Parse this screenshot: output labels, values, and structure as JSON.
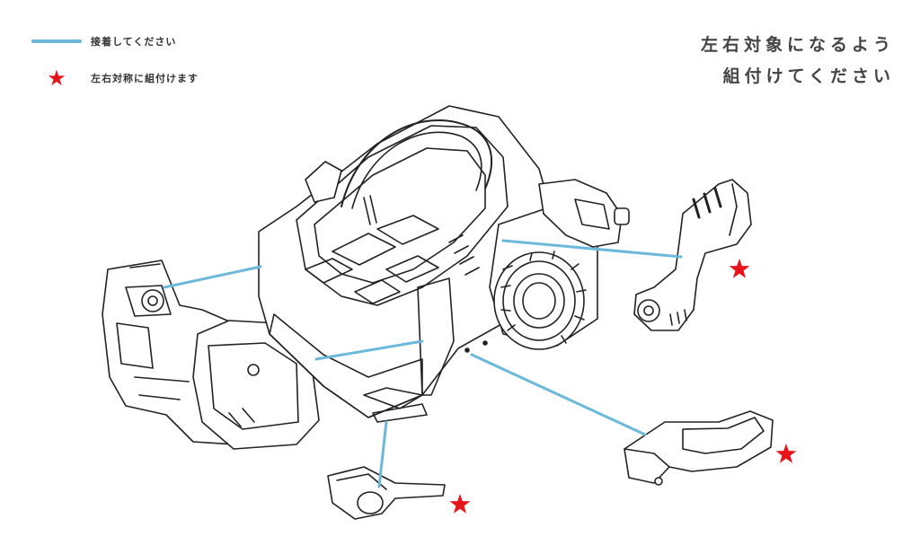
{
  "legend": {
    "glue": {
      "label": "接着してください",
      "color": "#6bb8da"
    },
    "symmetric": {
      "label": "左右対称に組付けます",
      "color": "#e8141b",
      "icon": "star-icon"
    }
  },
  "note": {
    "line1": "左右対象になるよう",
    "line2": "組付けてください"
  },
  "colors": {
    "guide_line": "#6bb8da",
    "star": "#e8141b",
    "outline": "#222222"
  }
}
